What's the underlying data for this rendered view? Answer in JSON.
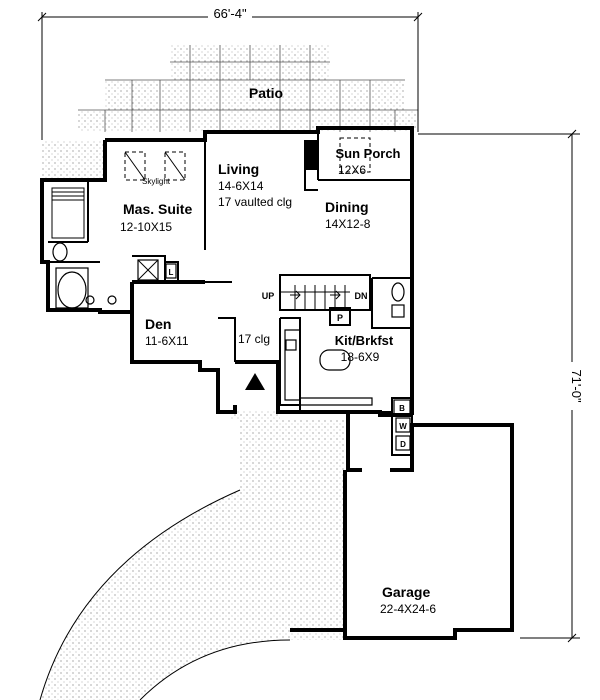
{
  "dimensions": {
    "width_label": "66'-4\"",
    "depth_label": "71'-0\""
  },
  "rooms": {
    "patio": {
      "name": "Patio",
      "size": ""
    },
    "sun_porch": {
      "name": "Sun Porch",
      "size": "12X6"
    },
    "living": {
      "name": "Living",
      "size": "14-6X14",
      "note": "17 vaulted clg"
    },
    "dining": {
      "name": "Dining",
      "size": "14X12-8"
    },
    "master_suite": {
      "name": "Mas. Suite",
      "size": "12-10X15",
      "note": "Skylight"
    },
    "den": {
      "name": "Den",
      "size": "11-6X11",
      "note": "17 clg"
    },
    "kitchen": {
      "name": "Kit/Brkfst",
      "size": "18-6X9"
    },
    "garage": {
      "name": "Garage",
      "size": "22-4X24-6"
    }
  },
  "fixtures": {
    "stair_up": "UP",
    "stair_down": "DN",
    "pantry": "P",
    "linen": "L",
    "bench": "B",
    "washer": "W",
    "dryer": "D"
  }
}
